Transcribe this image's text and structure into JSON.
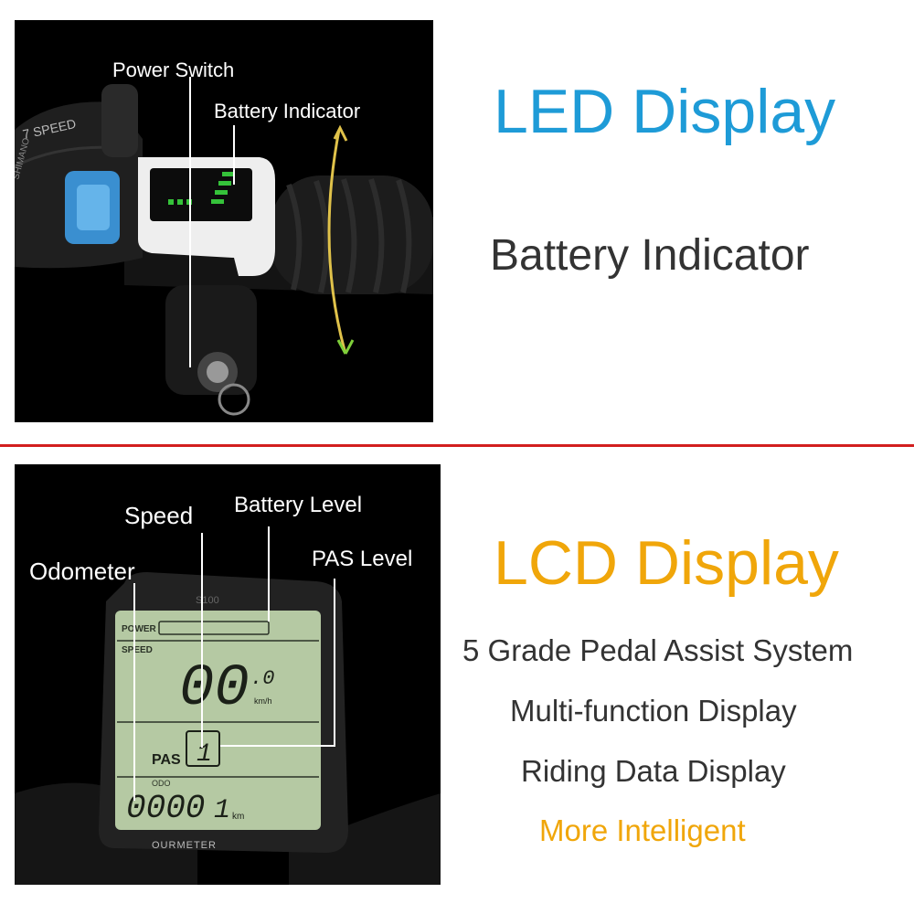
{
  "colors": {
    "led_title": "#1e9bd7",
    "lcd_title": "#f0a60a",
    "body_text": "#333333",
    "accent_text": "#f0a60a",
    "divider": "#d21f1f",
    "lcd_screen": "#b5c9a3",
    "led_green": "#35c23a"
  },
  "led_section": {
    "callouts": {
      "power_switch": "Power Switch",
      "battery_indicator": "Battery Indicator"
    },
    "shifter_text": "7 SPEED",
    "brand_text": "SHIMANO",
    "title": "LED Display",
    "subtitle": "Battery Indicator"
  },
  "lcd_section": {
    "callouts": {
      "speed": "Speed",
      "battery_level": "Battery Level",
      "odometer": "Odometer",
      "pas_level": "PAS Level"
    },
    "screen": {
      "model": "S100",
      "power_label": "POWER",
      "speed_label": "SPEED",
      "speed_value": "00",
      "speed_decimal": ".0",
      "speed_unit": "km/h",
      "pas_label": "PAS",
      "pas_value": "1",
      "odo_label": "ODO",
      "odo_value": "0000",
      "odo_decimal": "1",
      "odo_unit": "km",
      "brand": "OURMETER"
    },
    "title": "LCD Display",
    "features": [
      "5 Grade Pedal Assist System",
      "Multi-function Display",
      "Riding Data Display"
    ],
    "highlight": "More Intelligent"
  }
}
